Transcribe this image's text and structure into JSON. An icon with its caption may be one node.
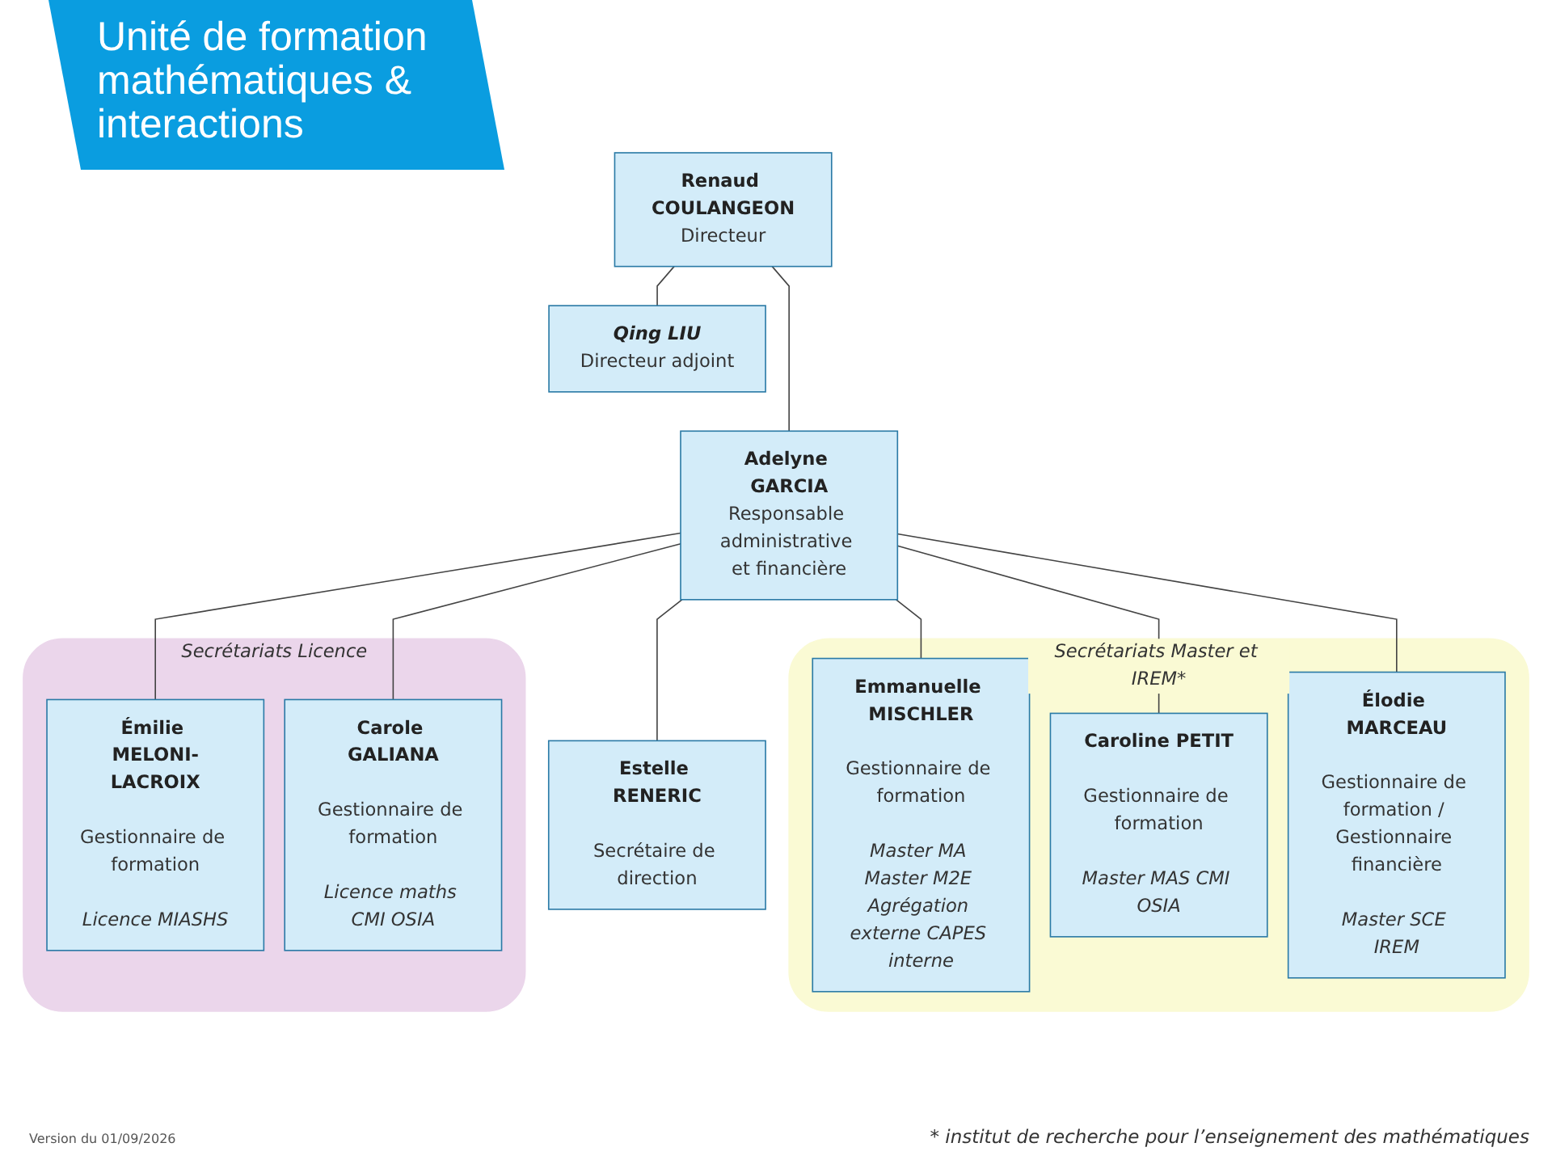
{
  "diagram": {
    "title": "Unité de formation mathématiques & interactions",
    "nodes": [
      {
        "text": [
          "Renaud COULANGEON",
          "Directeur"
        ]
      },
      {
        "text": [
          "Qing LIU",
          "Directeur adjoint"
        ]
      },
      {
        "text": [
          "Adelyne GARCIA",
          "Responsable administrative et financière"
        ]
      },
      {
        "text": [
          "Secrétariats Licence"
        ]
      },
      {
        "text": [
          "Émilie MELONI-LACROIX",
          "Gestionnaire de formation",
          "Licence MIASHS"
        ],
        "in": 3
      },
      {
        "text": [
          "Carole GALIANA",
          "Gestionnaire de formation",
          "Licence maths CMI OSIA"
        ],
        "in": 3
      },
      {
        "text": [
          "Estelle RENERIC",
          "Secrétaire de direction"
        ]
      },
      {
        "text": [
          "Secrétariats Master et IREM*"
        ]
      },
      {
        "text": [
          "Emmanuelle MISCHLER",
          "Gestionnaire de formation",
          "Master MA Master M2E Agrégation externe CAPES interne"
        ],
        "in": 7
      },
      {
        "text": [
          "Caroline PETIT",
          "Gestionnaire de formation",
          "Master MAS CMI OSIA"
        ],
        "in": 7
      },
      {
        "text": [
          "Élodie MARCEAU",
          "Gestionnaire de formation / Gestionnaire financière",
          "Master SCE IREM"
        ],
        "in": 7
      }
    ],
    "edges": [
      {
        "from": 0,
        "to": 1,
        "arrow": "none"
      },
      {
        "from": 0,
        "to": 2,
        "arrow": "none"
      },
      {
        "from": 2,
        "to": 4,
        "arrow": "none"
      },
      {
        "from": 2,
        "to": 5,
        "arrow": "none"
      },
      {
        "from": 2,
        "to": 6,
        "arrow": "none"
      },
      {
        "from": 2,
        "to": 8,
        "arrow": "none"
      },
      {
        "from": 2,
        "to": 9,
        "arrow": "none"
      },
      {
        "from": 2,
        "to": 10,
        "arrow": "none"
      }
    ],
    "labels": [
      "Version du 01/09/2026",
      "* institut de recherche pour l’enseignement des mathématiques"
    ]
  }
}
